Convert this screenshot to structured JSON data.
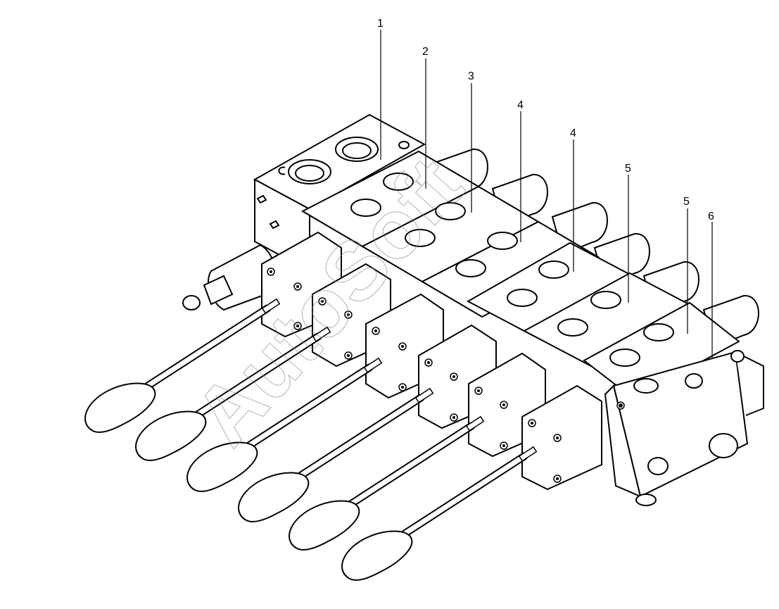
{
  "callouts": [
    "1",
    "2",
    "3",
    "4",
    "4",
    "5",
    "5",
    "6"
  ],
  "watermark": "AutoSoft",
  "colors": {
    "line": "#000000",
    "background": "#ffffff",
    "watermark": "#8a8a8a"
  }
}
